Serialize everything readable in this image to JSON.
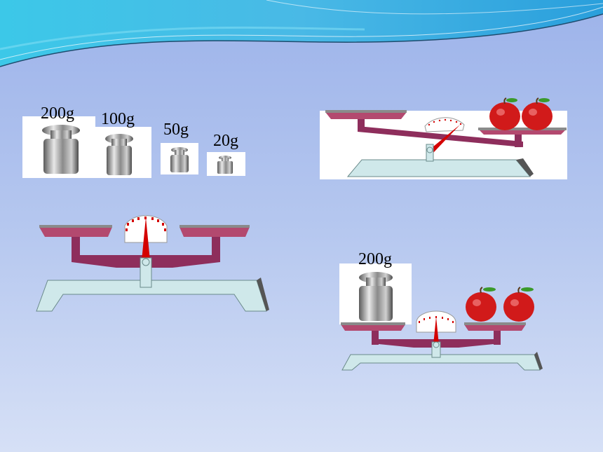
{
  "weights": [
    {
      "label": "200g"
    },
    {
      "label": "100g"
    },
    {
      "label": "50g"
    },
    {
      "label": "20g"
    }
  ],
  "scale_right": {
    "weight_label": "200g"
  },
  "icons": [
    "weight-icon",
    "apple-icon",
    "balance-scale-icon"
  ],
  "colors": {
    "beam": "#8e2e5c",
    "base": "#cfe8ea",
    "pan": "#b3496f",
    "needle": "#d40000",
    "background_top": "#9db3ea",
    "background_bottom": "#d6e0f6"
  }
}
